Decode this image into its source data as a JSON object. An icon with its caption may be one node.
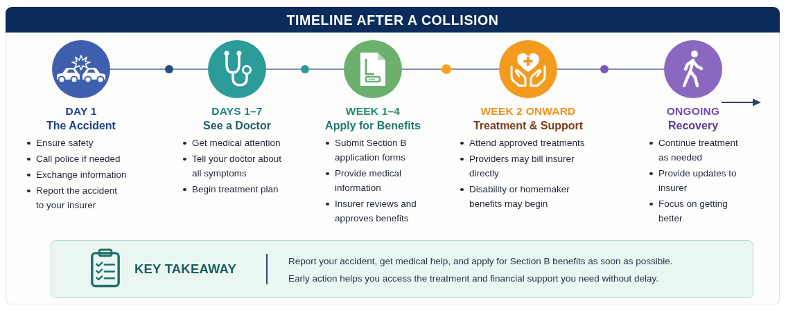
{
  "diagram": {
    "title": "TIMELINE AFTER A COLLISION",
    "nodes": [
      {
        "text": [
          "DAY 1",
          "The Accident",
          "Ensure safety",
          "Call police if needed",
          "Exchange information",
          "Report the accident to your insurer"
        ]
      },
      {
        "text": [],
        "shape": "circle"
      },
      {
        "text": [
          "DAYS 1–7",
          "See a Doctor",
          "Get medical attention",
          "Tell your doctor about all symptoms",
          "Begin treatment plan"
        ]
      },
      {
        "text": [],
        "shape": "circle"
      },
      {
        "text": [
          "WEEK 1–4",
          "Apply for Benefits",
          "Submit Section B application forms",
          "Provide medical information",
          "Insurer reviews and approves benefits"
        ]
      },
      {
        "text": [],
        "shape": "circle"
      },
      {
        "text": [
          "WEEK 2 ONWARD",
          "Treatment & Support",
          "Attend approved treatments",
          "Providers may bill insurer directly",
          "Disability or homemaker benefits may begin"
        ]
      },
      {
        "text": [],
        "shape": "circle"
      },
      {
        "text": [
          "ONGOING",
          "Recovery",
          "Continue treatment as needed",
          "Provide updates to insurer",
          "Focus on getting better"
        ]
      },
      {
        "text": [
          "KEY TAKEAWAY",
          "Report your accident, get medical help, and apply for Section B benefits as soon as possible.",
          "Early action helps you access the treatment and financial support you need without delay."
        ]
      }
    ],
    "edges": [
      {
        "from": 0,
        "to": 1,
        "arrow": "none"
      },
      {
        "from": 1,
        "to": 2,
        "arrow": "none"
      },
      {
        "from": 2,
        "to": 3,
        "arrow": "none"
      },
      {
        "from": 3,
        "to": 4,
        "arrow": "none"
      },
      {
        "from": 4,
        "to": 5,
        "arrow": "none"
      },
      {
        "from": 5,
        "to": 6,
        "arrow": "none"
      },
      {
        "from": 6,
        "to": 7,
        "arrow": "none"
      },
      {
        "from": 7,
        "to": 8,
        "arrow": "none"
      }
    ]
  }
}
